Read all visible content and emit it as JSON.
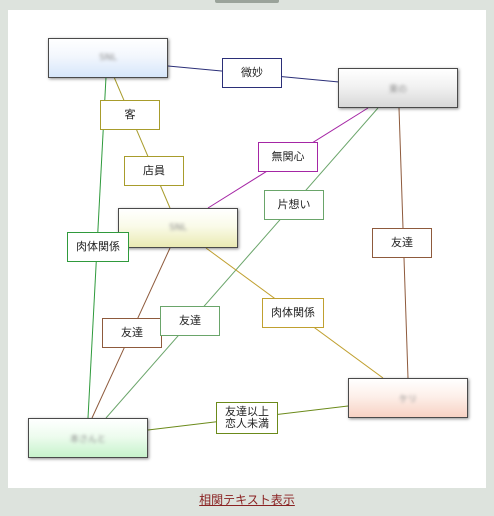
{
  "nodes": {
    "a": {
      "name": "SNL"
    },
    "b": {
      "name": "東の"
    },
    "c": {
      "name": "SNL"
    },
    "d": {
      "name": "ケリ"
    },
    "e": {
      "name": "本さんと"
    }
  },
  "relations": {
    "bimyo": "微妙",
    "kyaku": "客",
    "tenin": "店員",
    "mukanshin": "無関心",
    "kataomoi": "片想い",
    "nikutai_left": "肉体関係",
    "tomodachi_right": "友達",
    "nikutai_mid": "肉体関係",
    "tomodachi_brown": "友達",
    "tomodachi_green": "友達",
    "ijou_miman": "友達以上\n恋人未満"
  },
  "footer": {
    "link_label": "相関テキスト表示"
  },
  "colors": {
    "navy": "#2b2f78",
    "olive": "#a89c2c",
    "purple": "#a526a5",
    "green": "#6aa56a",
    "dark_green": "#2f9a3c",
    "brown": "#8e5a3c",
    "gold": "#c0a030",
    "olive_green": "#6b8a1a"
  }
}
